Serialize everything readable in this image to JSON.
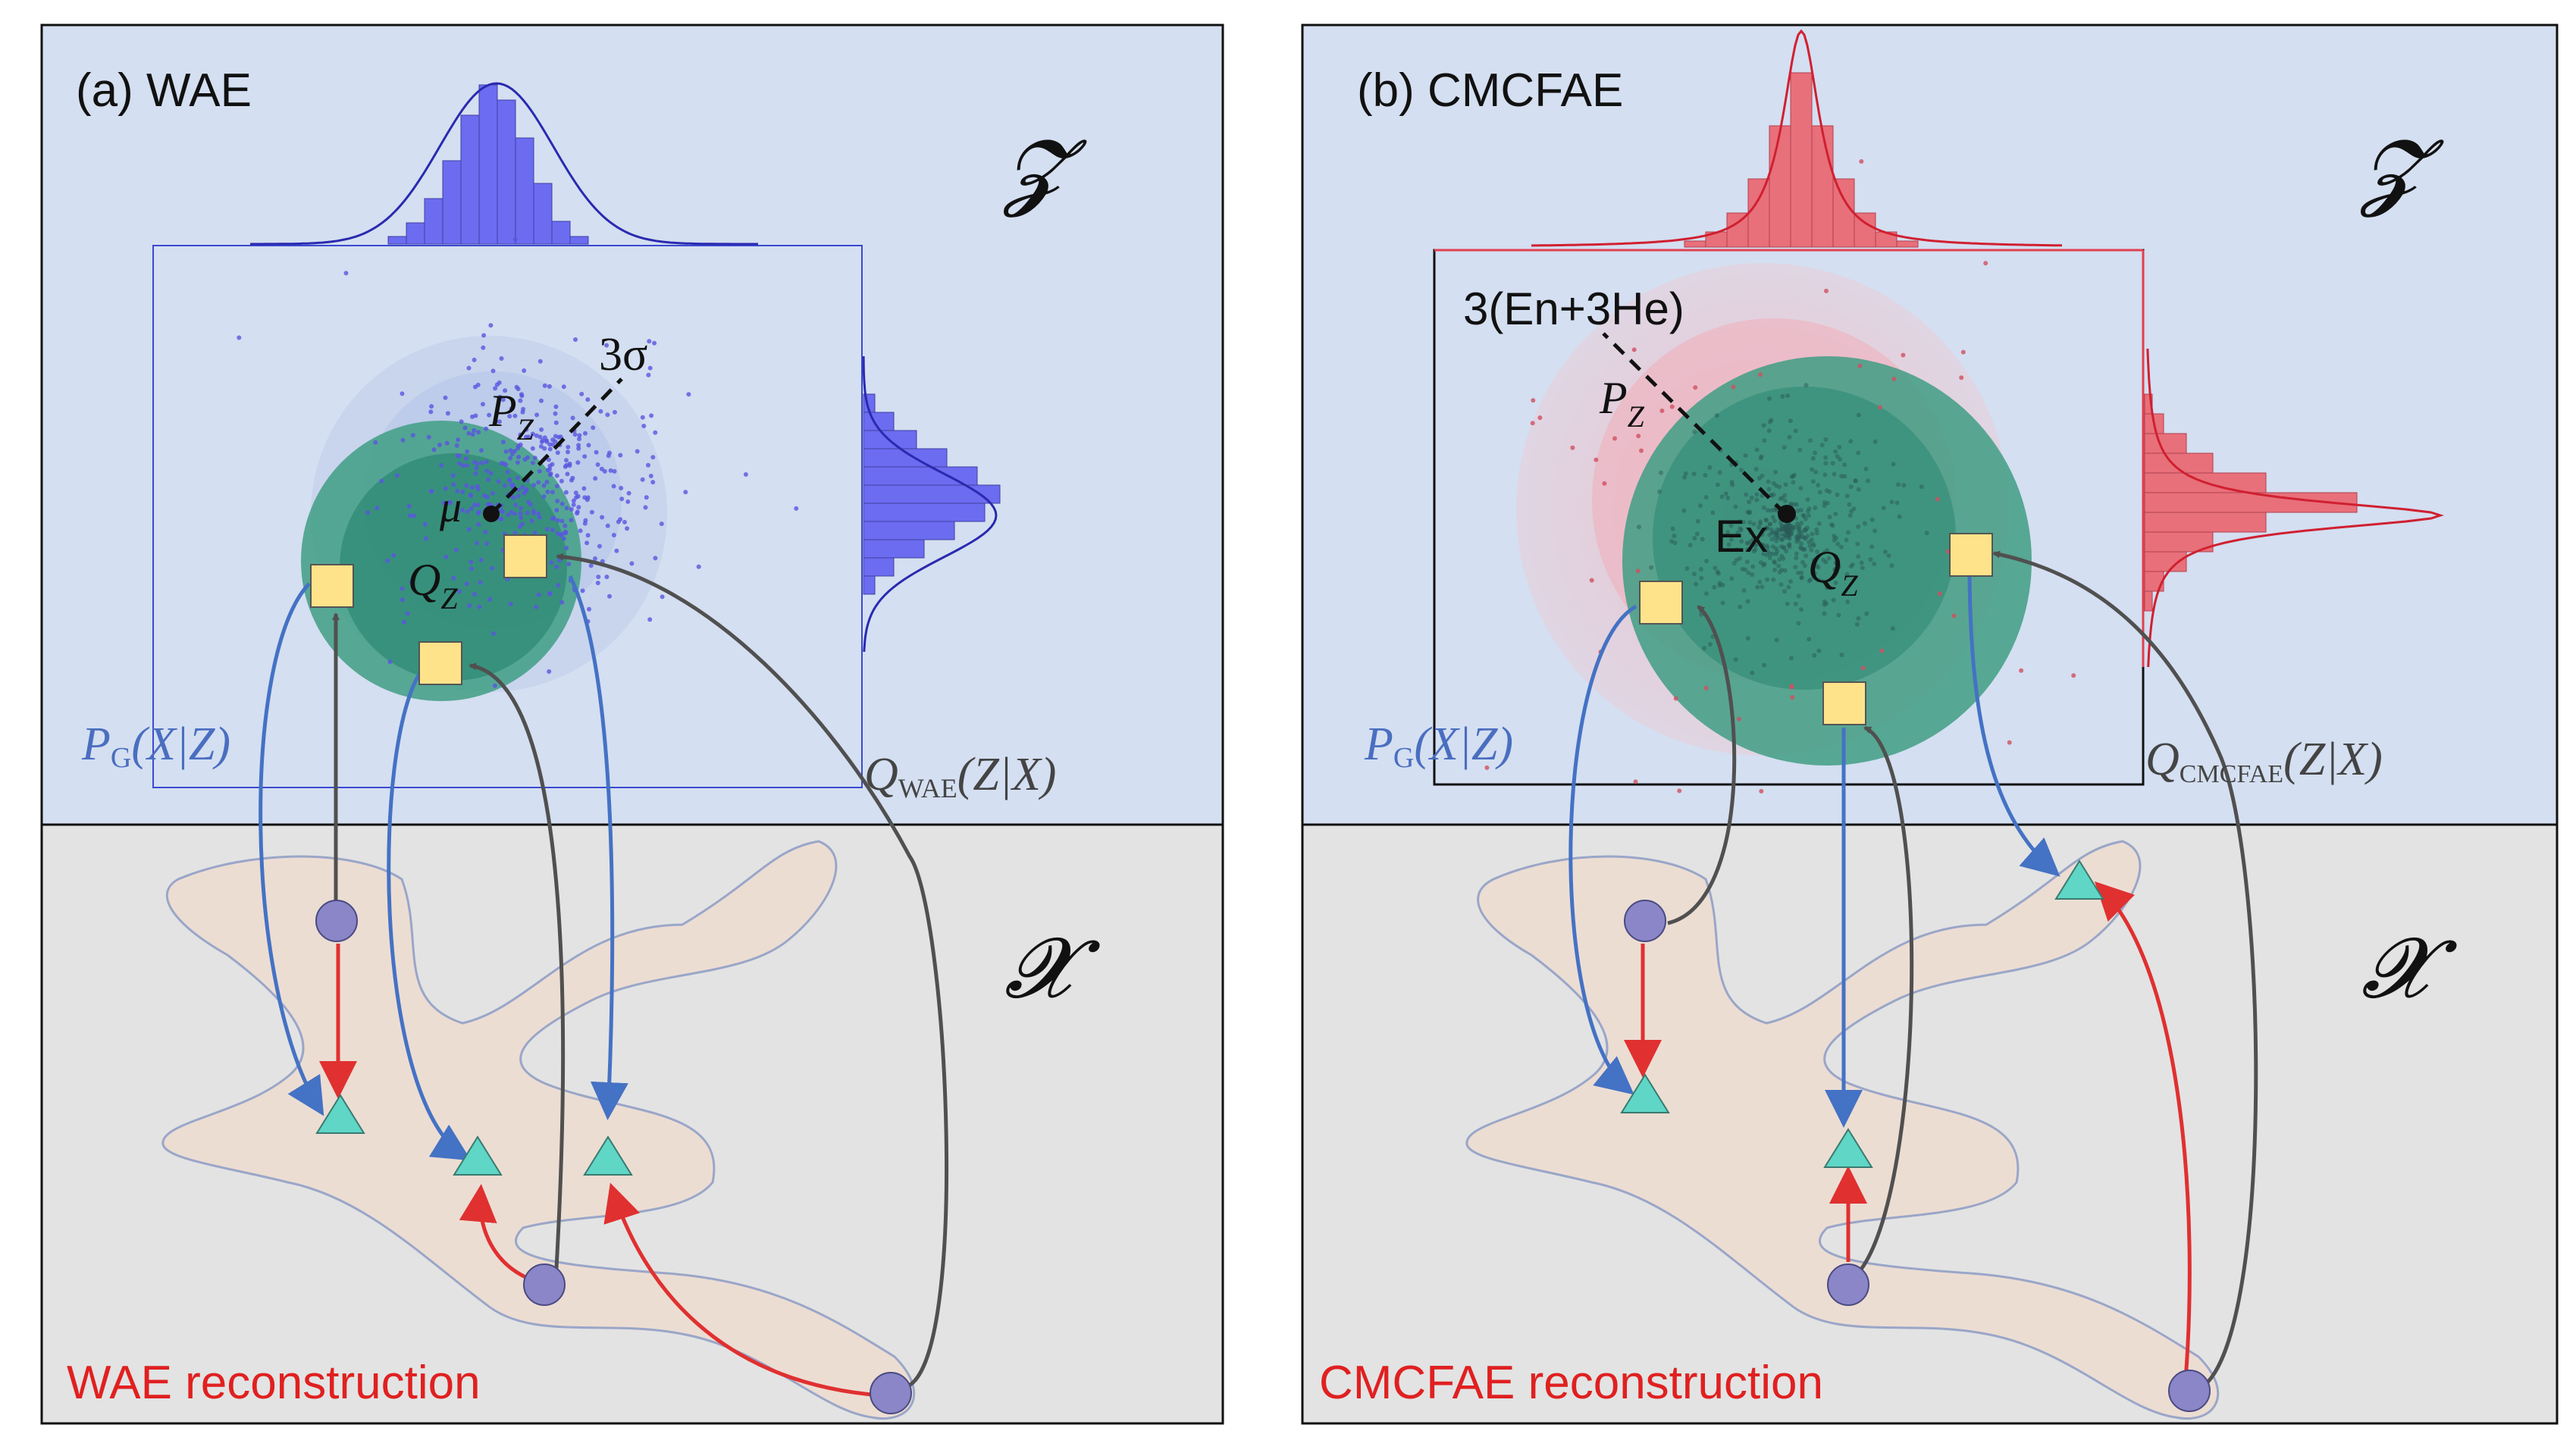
{
  "panels": {
    "a": {
      "title": "(a) WAE",
      "latent_space": "𝓩",
      "data_space": "𝓧",
      "sigma_label": "3σ",
      "mu_label": "μ",
      "pz_label": "P",
      "pz_sub": "Z",
      "qz_label": "Q",
      "qz_sub": "Z",
      "decoder_label": "P",
      "decoder_sub": "G",
      "decoder_args": "(X|Z)",
      "encoder_label": "Q",
      "encoder_sub": "WAE",
      "encoder_args": "(Z|X)",
      "reconstruction": "WAE reconstruction",
      "histogram_color": "#6b6cf0"
    },
    "b": {
      "title": "(b) CMCFAE",
      "latent_space": "𝓩",
      "data_space": "𝓧",
      "radius_label": "3(En+3He)",
      "ex_label": "Ex",
      "pz_label": "P",
      "pz_sub": "Z",
      "qz_label": "Q",
      "qz_sub": "Z",
      "decoder_label": "P",
      "decoder_sub": "G",
      "decoder_args": "(X|Z)",
      "encoder_label": "Q",
      "encoder_sub": "CMCFAE",
      "encoder_args": "(Z|X)",
      "reconstruction": "CMCFAE reconstruction",
      "histogram_color": "#e8707a"
    }
  },
  "colors": {
    "latent_bg": "#d4dff1",
    "data_bg": "#e3e3e3",
    "manifold": "#ecddd3",
    "encoder_arrow": "#505050",
    "decoder_arrow": "#4472c4",
    "reconstruction_arrow": "#e03030",
    "reconstruction_text": "#e02020",
    "decoder_text": "#4a6ec0",
    "latent_code": "#ffe38a",
    "data_point": "#8a86c8",
    "reconstructed_point": "#5fd6c6"
  }
}
